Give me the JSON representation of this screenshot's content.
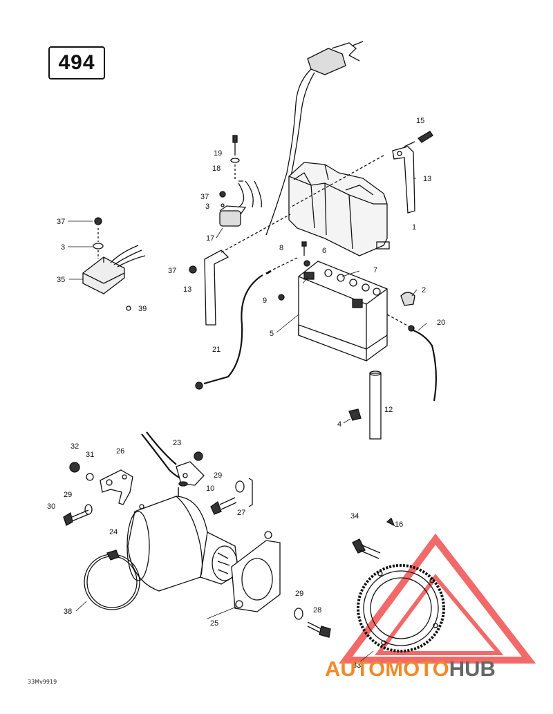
{
  "page": {
    "number": "494",
    "drawing_code": "33Mv9919"
  },
  "watermark": {
    "part1": "AUTOMOTO",
    "part2": "HUB",
    "color1": "#f08a2a",
    "color2": "#666666",
    "logo_color": "#f05050"
  },
  "callouts": [
    {
      "id": "c15",
      "text": "15"
    },
    {
      "id": "c13a",
      "text": "13"
    },
    {
      "id": "c1",
      "text": "1"
    },
    {
      "id": "c19",
      "text": "19"
    },
    {
      "id": "c18",
      "text": "18"
    },
    {
      "id": "c37a",
      "text": "37"
    },
    {
      "id": "c3a",
      "text": "3"
    },
    {
      "id": "c17",
      "text": "17"
    },
    {
      "id": "c37b",
      "text": "37"
    },
    {
      "id": "c3b",
      "text": "3"
    },
    {
      "id": "c35",
      "text": "35"
    },
    {
      "id": "c39",
      "text": "39"
    },
    {
      "id": "c8",
      "text": "8"
    },
    {
      "id": "c6",
      "text": "6"
    },
    {
      "id": "c7",
      "text": "7"
    },
    {
      "id": "c37c",
      "text": "37"
    },
    {
      "id": "c13b",
      "text": "13"
    },
    {
      "id": "c9",
      "text": "9"
    },
    {
      "id": "c2",
      "text": "2"
    },
    {
      "id": "c20",
      "text": "20"
    },
    {
      "id": "c5",
      "text": "5"
    },
    {
      "id": "c21",
      "text": "21"
    },
    {
      "id": "c12",
      "text": "12"
    },
    {
      "id": "c4",
      "text": "4"
    },
    {
      "id": "c32",
      "text": "32"
    },
    {
      "id": "c31",
      "text": "31"
    },
    {
      "id": "c26",
      "text": "26"
    },
    {
      "id": "c23",
      "text": "23"
    },
    {
      "id": "c29a",
      "text": "29"
    },
    {
      "id": "c10",
      "text": "10"
    },
    {
      "id": "c29b",
      "text": "29"
    },
    {
      "id": "c30",
      "text": "30"
    },
    {
      "id": "c27",
      "text": "27"
    },
    {
      "id": "c24",
      "text": "24"
    },
    {
      "id": "c34",
      "text": "34"
    },
    {
      "id": "c16",
      "text": "16"
    },
    {
      "id": "c38",
      "text": "38"
    },
    {
      "id": "c29c",
      "text": "29"
    },
    {
      "id": "c28",
      "text": "28"
    },
    {
      "id": "c25",
      "text": "25"
    },
    {
      "id": "c33",
      "text": "33"
    }
  ]
}
